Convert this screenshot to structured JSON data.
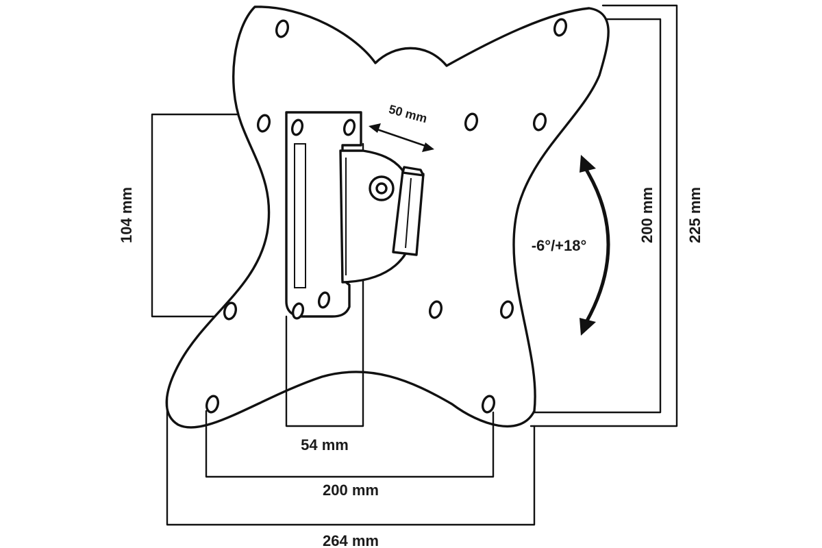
{
  "dimensions": {
    "slide_distance": "50 mm",
    "bracket_height": "104 mm",
    "bracket_width": "54 mm",
    "vesa_width": "200 mm",
    "overall_width": "264 mm",
    "vesa_height": "200 mm",
    "overall_height": "225 mm",
    "tilt_range": "-6°/+18°"
  },
  "colors": {
    "stroke": "#111111",
    "background": "#ffffff"
  }
}
